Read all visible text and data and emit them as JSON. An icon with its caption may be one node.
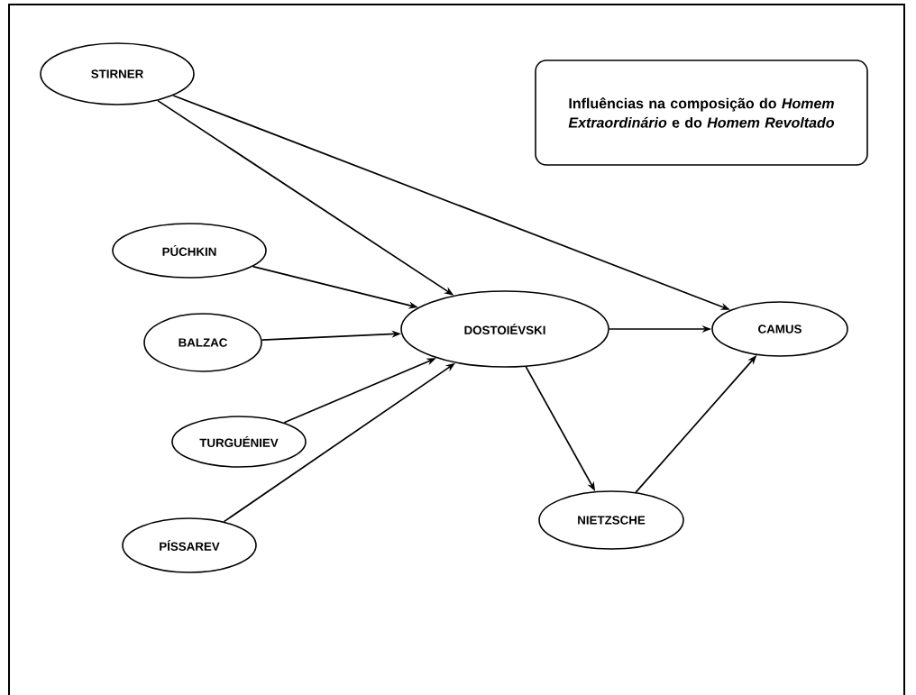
{
  "diagram": {
    "nodes": [
      {
        "text": [
          "STIRNER"
        ]
      },
      {
        "text": [
          "Influências na composição do *Homem Extraordinário* e do *Homem Revoltado*"
        ]
      },
      {
        "text": [
          "PÚCHKIN"
        ]
      },
      {
        "text": [
          "DOSTOIÉVSKI"
        ]
      },
      {
        "text": [
          "CAMUS"
        ]
      },
      {
        "text": [
          "BALZAC"
        ]
      },
      {
        "text": [
          "TURGUÉNIEV"
        ]
      },
      {
        "text": [
          "NIETZSCHE"
        ]
      },
      {
        "text": [
          "PÍSSAREV"
        ]
      }
    ],
    "edges": [
      {
        "from": 0,
        "to": 3,
        "arrow": "to"
      },
      {
        "from": 0,
        "to": 4,
        "arrow": "to"
      },
      {
        "from": 2,
        "to": 3,
        "arrow": "to"
      },
      {
        "from": 5,
        "to": 3,
        "arrow": "to"
      },
      {
        "from": 6,
        "to": 3,
        "arrow": "to"
      },
      {
        "from": 8,
        "to": 3,
        "arrow": "to"
      },
      {
        "from": 3,
        "to": 4,
        "arrow": "to"
      },
      {
        "from": 3,
        "to": 7,
        "arrow": "to"
      },
      {
        "from": 7,
        "to": 4,
        "arrow": "to"
      }
    ]
  }
}
